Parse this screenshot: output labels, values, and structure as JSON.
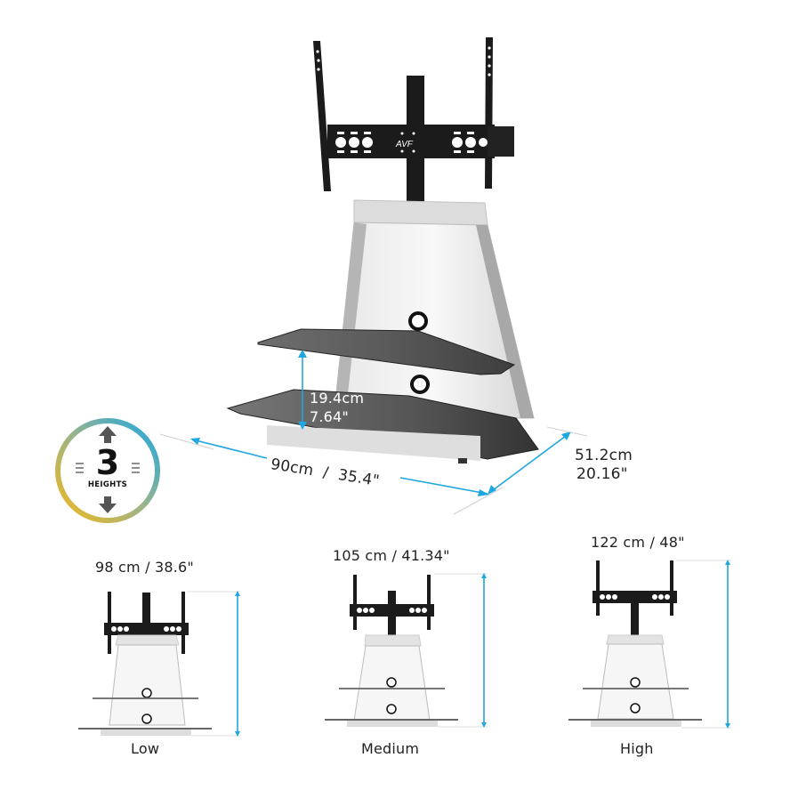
{
  "brand": {
    "logo_text": "AVF"
  },
  "colors": {
    "dimension_blue": "#1ea7e1",
    "bracket_black": "#1b1b1b",
    "frame_silver": "#c9c9c9",
    "glass_grey": "#4a4a4a",
    "badge_gradient": [
      "#1ea7e1",
      "#f2b81c"
    ]
  },
  "main_product": {
    "shelf_gap": {
      "cm": "19.4cm",
      "inch": "7.64\""
    },
    "width": {
      "label": "90cm  /  35.4\""
    },
    "depth": {
      "cm": "51.2cm",
      "inch": "20.16\""
    }
  },
  "badge": {
    "number": "3",
    "text": "HEIGHTS",
    "icons": [
      "arrow-up-icon",
      "arrow-down-icon",
      "lines-left-icon",
      "lines-right-icon"
    ]
  },
  "height_options": [
    {
      "name": "Low",
      "height": "98 cm / 38.6\""
    },
    {
      "name": "Medium",
      "height": "105 cm / 41.34\""
    },
    {
      "name": "High",
      "height": "122 cm / 48\""
    }
  ]
}
